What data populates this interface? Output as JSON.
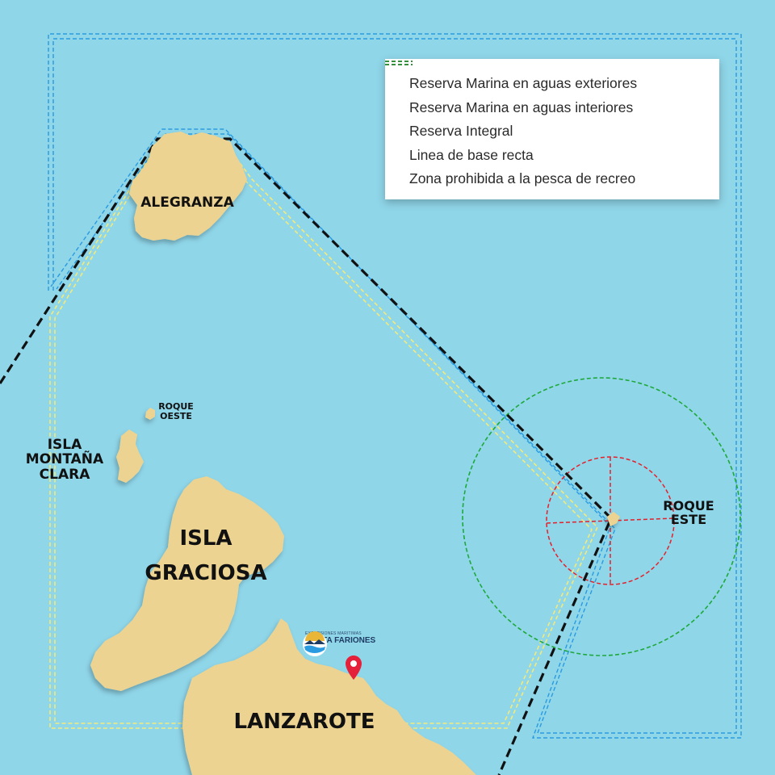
{
  "legend": {
    "items": [
      {
        "label": "Reserva Marina en aguas exteriores",
        "color": "#2a9be0"
      },
      {
        "label": "Reserva Marina en aguas interiores",
        "color": "#f4ea7a"
      },
      {
        "label": "Reserva Integral",
        "color": "#e5202a"
      },
      {
        "label": "Linea de base recta",
        "color": "#111111"
      },
      {
        "label": "Zona prohibida a la pesca de recreo",
        "color": "#1fa83a"
      }
    ]
  },
  "places": {
    "alegranza": "ALEGRANZA",
    "roque_oeste_1": "ROQUE",
    "roque_oeste_2": "OESTE",
    "montana_clara_1": "ISLA",
    "montana_clara_2": "MONTAÑA",
    "montana_clara_3": "CLARA",
    "graciosa_1": "ISLA",
    "graciosa_2": "GRACIOSA",
    "lanzarote": "LANZAROTE",
    "roque_este_1": "ROQUE",
    "roque_este_2": "ESTE"
  },
  "brand": {
    "small": "EXCURSIONES MARITIMAS",
    "name": "PUNTA FARIONES"
  },
  "colors": {
    "sea": "#8fd6e9",
    "land": "#ecd391",
    "outer": "#2a9be0",
    "inner": "#f4ea7a",
    "integral": "#e5202a",
    "baseline": "#111111",
    "no_fishing": "#1fa83a",
    "marker": "#e5203a"
  },
  "icons": [
    "map-pin-icon",
    "brand-logo-icon"
  ]
}
